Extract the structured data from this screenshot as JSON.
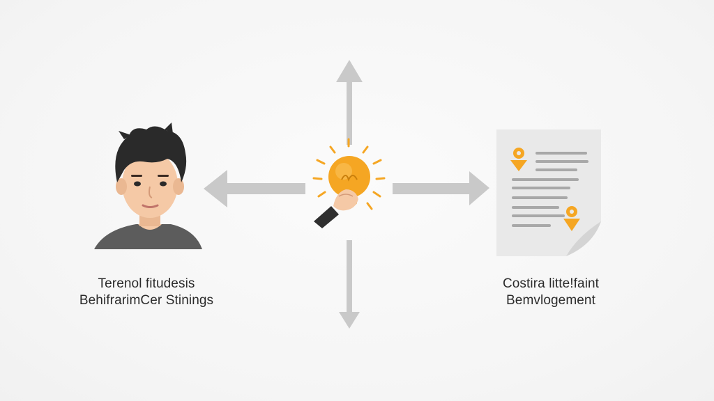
{
  "person": {
    "caption_line1": "Terenol fitudesis",
    "caption_line2": "BehifrarimCer Stinings"
  },
  "document": {
    "caption_line1": "Costira litte!faint",
    "caption_line2": "Bemvlogement"
  },
  "colors": {
    "accent": "#f5a623",
    "arrow": "#c9c9c9",
    "text": "#2b2b2b",
    "hair": "#2a2a2a",
    "skin": "#f5c9a6",
    "shirt": "#5c5c5c"
  },
  "icons": {
    "center": "lightbulb-hand-icon",
    "left": "person-avatar-icon",
    "right": "document-icon"
  }
}
